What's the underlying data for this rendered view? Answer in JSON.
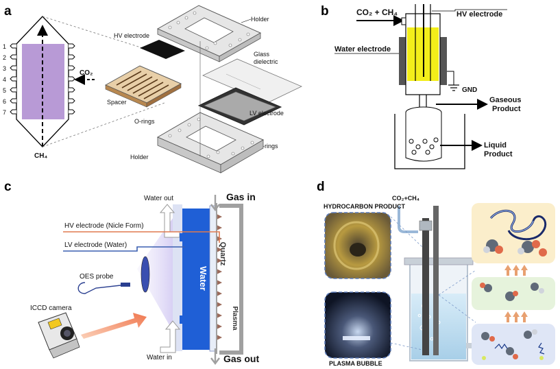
{
  "panels": {
    "a": {
      "letter": "a",
      "channel_numbers": [
        "1",
        "2",
        "3",
        "4",
        "5",
        "6",
        "7"
      ],
      "co2": "CO₂",
      "ch4": "CH₄",
      "hv_electrode": "HV electrode",
      "holder_top": "Holder",
      "glass_dielectric": "Glass\ndielectric",
      "spacer": "Spacer",
      "o_rings_left": "O-rings",
      "lv_electrode": "LV electrode",
      "o_rings_right": "O-rings",
      "holder_bottom": "Holder"
    },
    "b": {
      "letter": "b",
      "feed": "CO₂ + CH₄",
      "hv_electrode": "HV electrode",
      "water_electrode": "Water electrode",
      "gnd": "GND",
      "gaseous_product": "Gaseous\nProduct",
      "liquid_product": "Liquid\nProduct"
    },
    "c": {
      "letter": "c",
      "water_out": "Water out",
      "gas_in": "Gas in",
      "hv_electrode": "HV electrode (Nicle Form)",
      "lv_electrode": "LV electrode (Water)",
      "oes_probe": "OES probe",
      "water": "Water",
      "quartz": "Quartz",
      "plasma": "Plasma",
      "iccd_camera": "ICCD camera",
      "water_in": "Water in",
      "gas_out": "Gas out"
    },
    "d": {
      "letter": "d",
      "feed": "CO₂+CH₄",
      "hydrocarbon_product": "HYDROCARBON PRODUCT",
      "plasma_bubble": "PLASMA BUBBLE"
    }
  },
  "colors": {
    "purple": "#b89ad6",
    "yellow": "#f3ee1a",
    "water_blue": "#1f5fd6",
    "hv_line": "#e07a4f",
    "lv_line": "#3a5fb0",
    "arrow_orange": "#f08050",
    "plasma_violet": "#d8cdf0"
  }
}
